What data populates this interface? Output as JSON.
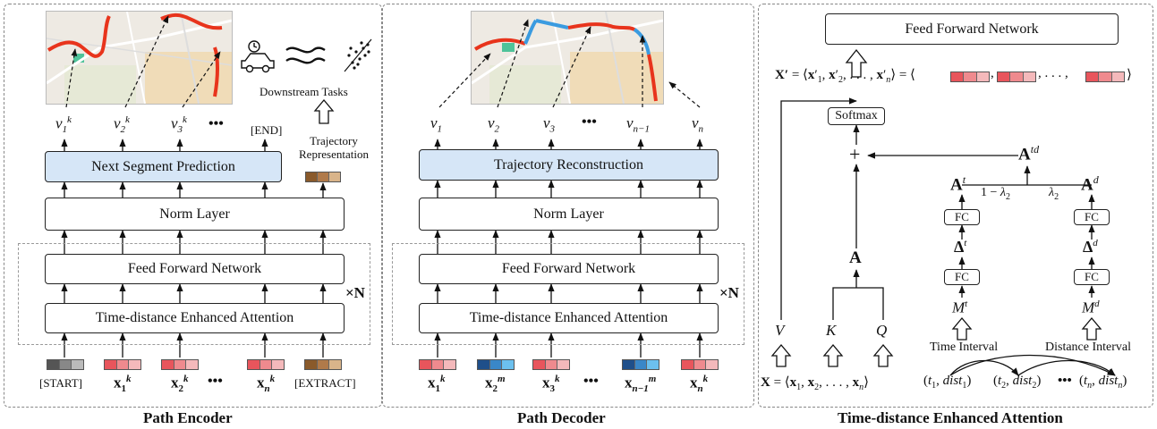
{
  "encoder": {
    "caption": "Path Encoder",
    "ffn": "Feed Forward Network",
    "attn": "Time-distance Enhanced Attention",
    "norm": "Norm Layer",
    "pred": "Next Segment Prediction",
    "repeat": "×N",
    "outputs": [
      "v1k",
      "v2k",
      "v3k",
      "•••",
      "[END]"
    ],
    "inputs": [
      "[START]",
      "x1k",
      "x2k",
      "•••",
      "xnk",
      "[EXTRACT]"
    ],
    "traj_rep": "Trajectory Representation",
    "downstream": "Downstream Tasks"
  },
  "decoder": {
    "caption": "Path Decoder",
    "ffn": "Feed Forward Network",
    "attn": "Time-distance Enhanced Attention",
    "norm": "Norm Layer",
    "recon": "Trajectory Reconstruction",
    "repeat": "×N",
    "outputs": [
      "v1",
      "v2",
      "v3",
      "•••",
      "vn−1",
      "vn"
    ],
    "inputs": [
      "x1k",
      "x2m",
      "x3k",
      "•••",
      "xn−1m",
      "xnk"
    ]
  },
  "attention": {
    "caption": "Time-distance Enhanced Attention",
    "ffn": "Feed Forward Network",
    "softmax": "Softmax",
    "plus": "+",
    "A": "A",
    "Atd": "A td",
    "At": "A t",
    "Ad": "A d",
    "one_minus_lambda": "1 − λ2",
    "lambda": "λ2",
    "fc": "FC",
    "delta_t": "Δ t",
    "delta_d": "Δ d",
    "M_t": "M t",
    "M_d": "M d",
    "V": "V",
    "K": "K",
    "Q": "Q",
    "time_interval": "Time Interval",
    "distance_interval": "Distance Interval",
    "x_prime": "X′ = ⟨x′1, x′2, . . . , x′n⟩ = ⟨",
    "x_def": "X = ⟨x1, x2, . . . , xn⟩",
    "tdist": [
      "(t1, dist1)",
      "(t2, dist2)",
      "•••",
      "(tn, distn)"
    ],
    "dots": ", . . . ,"
  },
  "colors": {
    "red": "#e8555c",
    "red_light": "#f4a7aa",
    "blue_dark": "#2b5f9e",
    "blue_light": "#5ab4e6",
    "gray": "#777",
    "brown": "#8a5a2b",
    "box_blue": "#d6e6f7",
    "path_red": "#e8341c",
    "path_blue": "#3a9be0"
  }
}
